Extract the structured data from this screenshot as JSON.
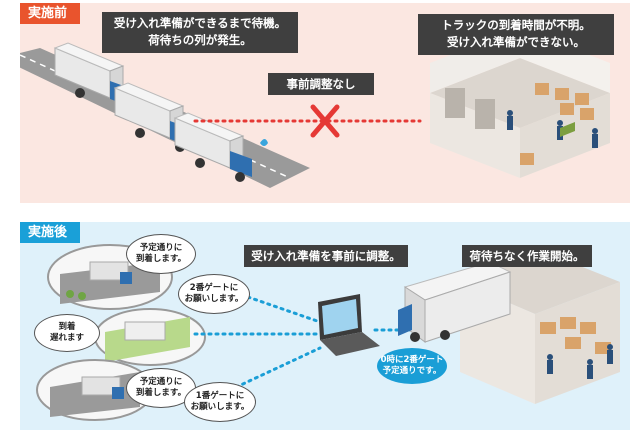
{
  "before": {
    "tag": "実施前",
    "truck_callout": [
      "受け入れ準備ができるまで待機。",
      "荷待ちの列が発生。"
    ],
    "no_coordination": "事前調整なし",
    "warehouse_callout": [
      "トラックの到着時間が不明。",
      "受け入れ準備ができない。"
    ]
  },
  "after": {
    "tag": "実施後",
    "laptop_callout": "受け入れ準備を事前に調整。",
    "warehouse_callout": "荷待ちなく作業開始。",
    "bubbles": {
      "on_schedule_1": [
        "予定通りに",
        "到着します。"
      ],
      "gate_2": [
        "2番ゲートに",
        "お願いします。"
      ],
      "delayed": [
        "到着",
        "遅れます"
      ],
      "on_schedule_2": [
        "予定通りに",
        "到着します。"
      ],
      "gate_1": [
        "1番ゲートに",
        "お願いします。"
      ],
      "blue_note": [
        "0時に2番ゲート",
        "予定通りです。"
      ]
    }
  },
  "colors": {
    "before_bg": "#fbe7e1",
    "after_bg": "#dff1fa",
    "before_tag": "#e9542d",
    "after_tag": "#1aa0d8",
    "callout_bg": "#3f3f3f",
    "x_mark": "#e53935",
    "dotted_red": "#e53935",
    "dotted_blue": "#1a9ed6"
  }
}
